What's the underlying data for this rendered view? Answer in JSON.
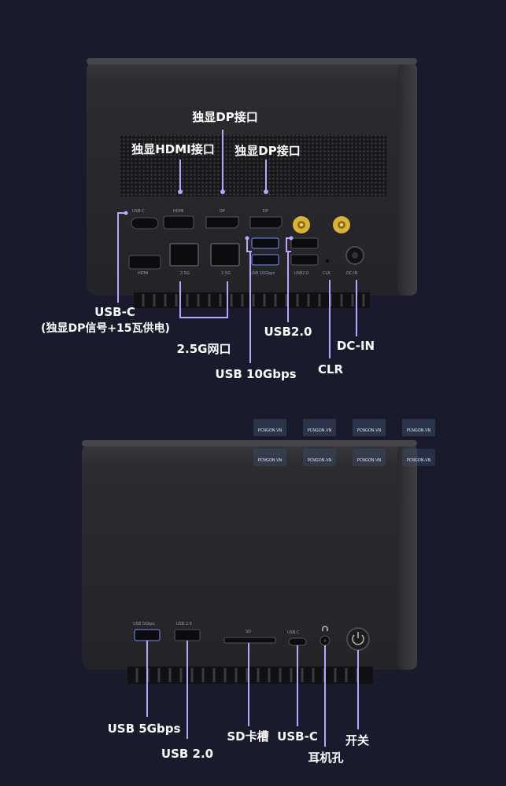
{
  "colors": {
    "background": "#191a2c",
    "chassis": "#2b2b2e",
    "panel": "#1f1f22",
    "callout_line": "#b6a8ff",
    "label_text": "#ffffff",
    "gold_connector": "#d8b338"
  },
  "rear_panel": {
    "callouts": {
      "dgpu_dp_top": "独显DP接口",
      "dgpu_hdmi": "独显HDMI接口",
      "dgpu_dp_right": "独显DP接口",
      "usb_c_line1": "USB-C",
      "usb_c_line2": "(独显DP信号+15瓦供电)",
      "lan": "2.5G网口",
      "usb_10g": "USB 10Gbps",
      "usb_2": "USB2.0",
      "clr": "CLR",
      "dc_in": "DC-IN"
    },
    "silkscreen": {
      "usb_c": "USB-C",
      "hdmi_top": "HDMI",
      "dp_1": "DP",
      "dp_2": "DP",
      "hdmi_bottom": "HDMI",
      "lan_1": "2.5G",
      "lan_2": "2.5G",
      "usb_10g": "USB 10Gbps",
      "usb_2": "USB2.0",
      "clr": "CLR",
      "dc_in": "DC-IN"
    }
  },
  "front_panel": {
    "watermark": "PCNGON.VN",
    "callouts": {
      "usb_5g": "USB 5Gbps",
      "usb_2": "USB 2.0",
      "sd": "SD卡槽",
      "usb_c": "USB-C",
      "audio": "耳机孔",
      "power": "开关"
    },
    "silkscreen": {
      "usb_5g": "USB 5Gbps",
      "usb_2": "USB 2.0",
      "sd": "SD",
      "usb_c": "USB-C"
    }
  }
}
